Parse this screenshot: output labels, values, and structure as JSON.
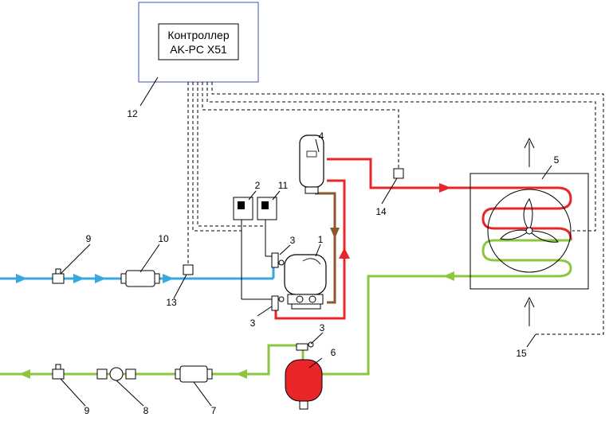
{
  "controller": {
    "line1": "Контроллер",
    "line2": "AK-PC X51"
  },
  "labels": {
    "compressor": "1",
    "pressure_switch_low": "2",
    "valve_suction": "3",
    "valve_discharge": "3",
    "valve_receiver": "3",
    "oil_separator": "4",
    "condenser": "5",
    "receiver": "6",
    "filter_drier": "7",
    "sight_glass": "8",
    "shutoff_valve_suction": "9",
    "shutoff_valve_liquid": "9",
    "suction_filter": "10",
    "pressure_switch_high": "11",
    "controller": "12",
    "suction_sensor": "13",
    "discharge_sensor": "14",
    "ambient_sensor": "15"
  },
  "colors": {
    "suction_line": "#3aa8e0",
    "discharge_line": "#e8262a",
    "liquid_line": "#8cc63f",
    "oil_line": "#8b5a2b",
    "controller_frame": "#3f51b5"
  }
}
